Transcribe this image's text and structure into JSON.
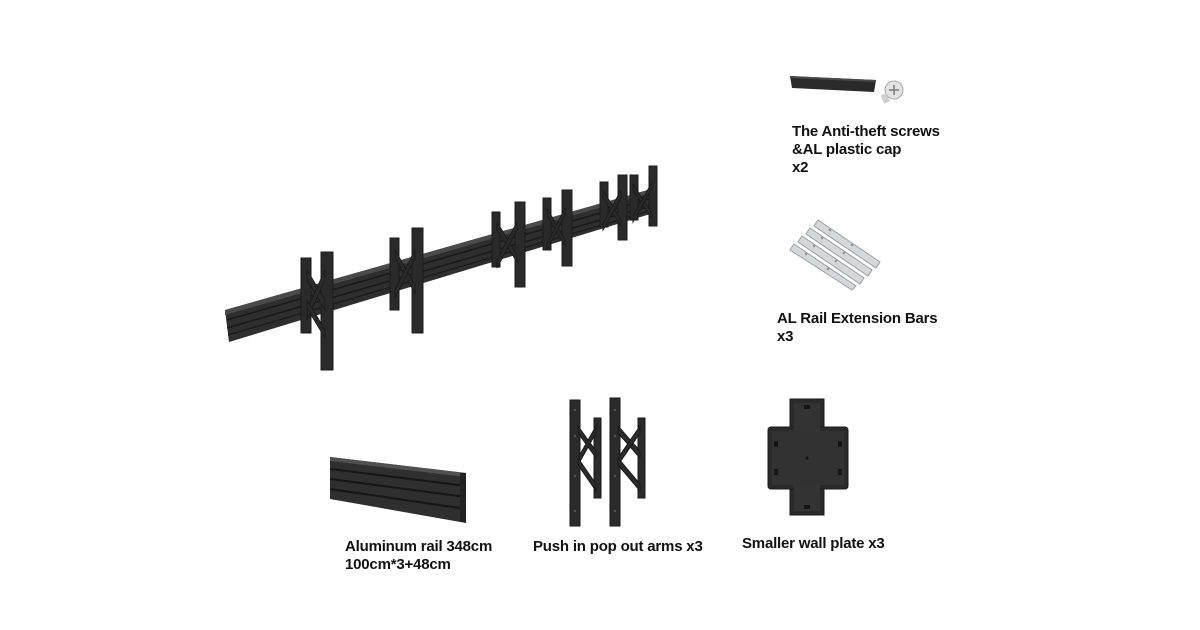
{
  "parts": {
    "screws": {
      "lines": [
        "The Anti-theft screws",
        "&AL plastic cap",
        "x2"
      ]
    },
    "extension_bars": {
      "lines": [
        "AL Rail Extension Bars",
        "x3"
      ]
    },
    "rail": {
      "lines": [
        "Aluminum rail 348cm",
        "100cm*3+48cm"
      ]
    },
    "arms": {
      "lines": [
        "Push in pop out arms x3"
      ]
    },
    "wall_plate": {
      "lines": [
        "Smaller wall plate x3"
      ]
    }
  },
  "colors": {
    "metal_dark": "#2b2b2b",
    "metal_mid": "#3a3a3a",
    "aluminum_light": "#c9cdd1",
    "background": "#ffffff"
  }
}
